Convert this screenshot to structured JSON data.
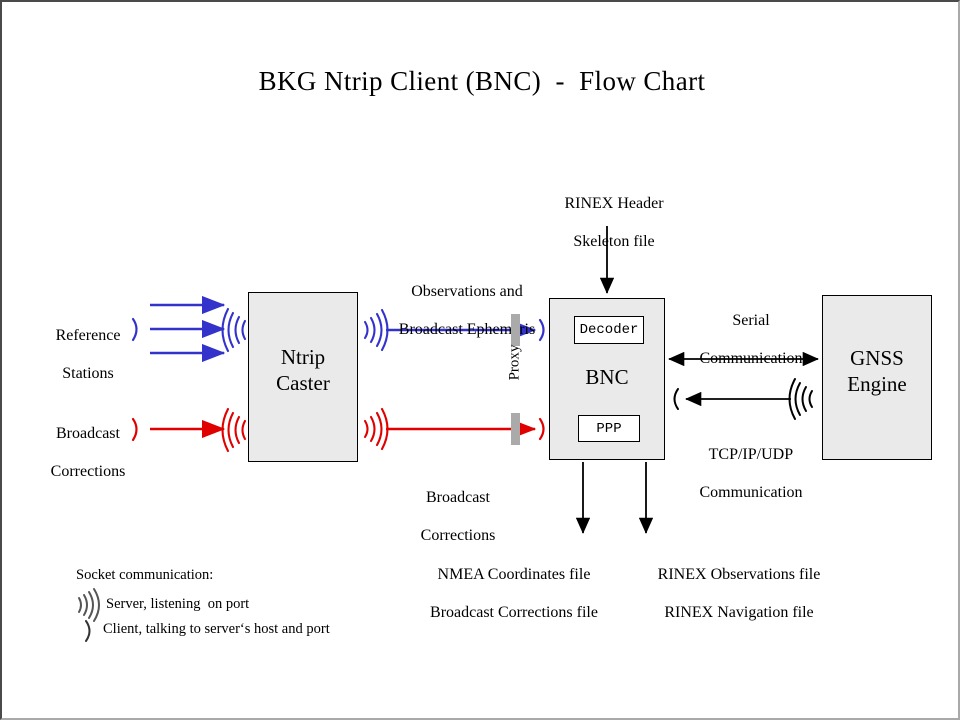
{
  "title": "BKG Ntrip Client (BNC)  -  Flow Chart",
  "nodes": {
    "caster": {
      "line1": "Ntrip",
      "line2": "Caster"
    },
    "bnc": {
      "label": "BNC",
      "decoder": "Decoder",
      "ppp": "PPP"
    },
    "gnss": {
      "line1": "GNSS",
      "line2": "Engine"
    }
  },
  "inputs": {
    "reference_stations": {
      "line1": "Reference",
      "line2": "Stations"
    },
    "broadcast_corrections": {
      "line1": "Broadcast",
      "line2": "Corrections"
    },
    "rinex_header": {
      "line1": "RINEX Header",
      "line2": "Skeleton file"
    }
  },
  "flows": {
    "observations": {
      "line1": "Observations and",
      "line2": "Broadcast Ephemeris"
    },
    "broadcast_corrections": {
      "line1": "Broadcast",
      "line2": "Corrections"
    },
    "serial": {
      "line1": "Serial",
      "line2": "Communication"
    },
    "tcpip": {
      "line1": "TCP/IP/UDP",
      "line2": "Communication"
    },
    "proxy": "Proxy"
  },
  "outputs": {
    "left": {
      "line1": "NMEA Coordinates file",
      "line2": "Broadcast Corrections file"
    },
    "right": {
      "line1": "RINEX Observations file",
      "line2": "RINEX Navigation file"
    }
  },
  "legend": {
    "heading": "Socket communication:",
    "server": "Server, listening  on port",
    "client": "Client, talking to server‘s host and port"
  },
  "colors": {
    "blue": "#3333cc",
    "red": "#e00000",
    "black": "#000000",
    "box_fill": "#eaeaea",
    "proxy_gray": "#aaaaaa",
    "canvas": "#ffffff"
  }
}
